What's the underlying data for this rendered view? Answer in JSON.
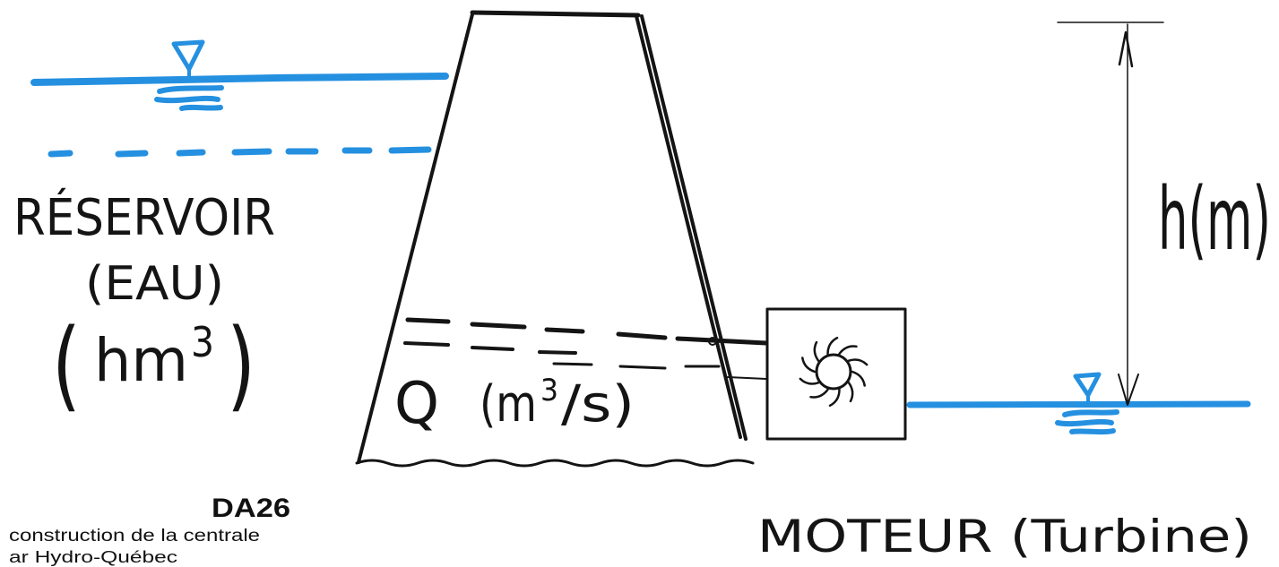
{
  "colors": {
    "water": "#2590e0",
    "ink": "#141414"
  },
  "reservoir": {
    "label": "RÉSERVOIR",
    "content": "(EAU)",
    "unit_open": "(",
    "unit_base": "hm",
    "unit_exp": "3",
    "unit_close": ")"
  },
  "flow": {
    "symbol": "Q",
    "unit_open": "(m",
    "unit_exp": "3",
    "unit_close": "/s)"
  },
  "head": {
    "label": "h(m)"
  },
  "turbine": {
    "label": "MOTEUR (Turbine)",
    "icon": "turbine-icon"
  },
  "caption": {
    "code": "DA26",
    "line1": "construction de la centrale",
    "line2": "ar Hydro-Québec"
  }
}
